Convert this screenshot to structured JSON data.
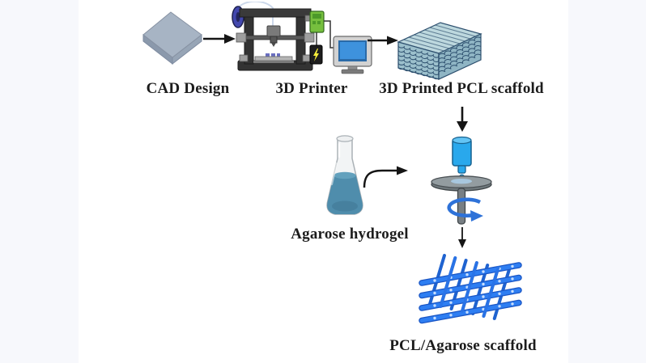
{
  "figure": {
    "type": "process-flow-diagram",
    "subject": "3D printed PCL/Agarose scaffold fabrication workflow"
  },
  "labels": {
    "cad_design": "CAD Design",
    "printer": "3D Printer",
    "pcl_scaffold": "3D Printed PCL scaffold",
    "agarose_hydrogel": "Agarose hydrogel",
    "final_scaffold": "PCL/Agarose scaffold"
  },
  "steps": [
    {
      "order": 1,
      "label": "CAD Design"
    },
    {
      "order": 2,
      "label": "3D Printer"
    },
    {
      "order": 3,
      "label": "3D Printed PCL scaffold"
    },
    {
      "order": 4,
      "label": "Agarose hydrogel"
    },
    {
      "order": 5,
      "label": "PCL/Agarose scaffold"
    }
  ],
  "illustrations": [
    {
      "name": "cad-slab-illustration"
    },
    {
      "name": "3d-printer-illustration"
    },
    {
      "name": "pcl-scaffold-illustration"
    },
    {
      "name": "flask-illustration"
    },
    {
      "name": "coating-device-illustration"
    },
    {
      "name": "lattice-scaffold-illustration"
    }
  ],
  "colors": {
    "panel_bg": "#ffffff",
    "margin_bg": "#f7f8fc",
    "label_text": "#1c1c1c",
    "arrow": "#151515",
    "cad_slab_top": "#a7b4c4",
    "printer_frame": "#333333",
    "filament_spool": "#4348ae",
    "controller_green": "#76bf3e",
    "warning_yellow": "#f7ef3a",
    "monitor_screen": "#3e92dd",
    "pcl_weave_fill": "#9cc0cc",
    "pcl_weave_line": "#2d4f6e",
    "hydrogel_liquid": "#4f8dac",
    "dispenser_blue": "#29a8ec",
    "spin_disc_gray": "#939ca0",
    "rotation_arrow_blue": "#2e72d8",
    "lattice_blue": "#2e7ef2"
  }
}
